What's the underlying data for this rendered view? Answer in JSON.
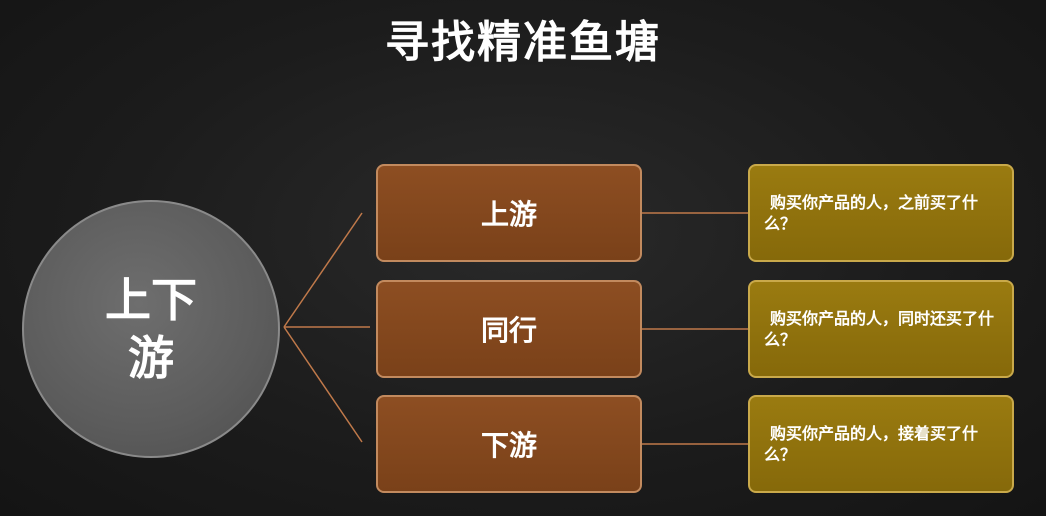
{
  "title": "寻找精准鱼塘",
  "center": {
    "label": "上下游"
  },
  "rows": [
    {
      "label": "上游",
      "question": "购买你产品的人，之前买了什么？"
    },
    {
      "label": "同行",
      "question": "购买你产品的人，同时还买了什么？"
    },
    {
      "label": "下游",
      "question": "购买你产品的人，接着买了什么？"
    }
  ],
  "colors": {
    "background": "#1c1c1c",
    "center_circle": "#5c5c5c",
    "mid_box": "#8d4e22",
    "right_box": "#9a7b10",
    "connector": "#c0794a"
  }
}
